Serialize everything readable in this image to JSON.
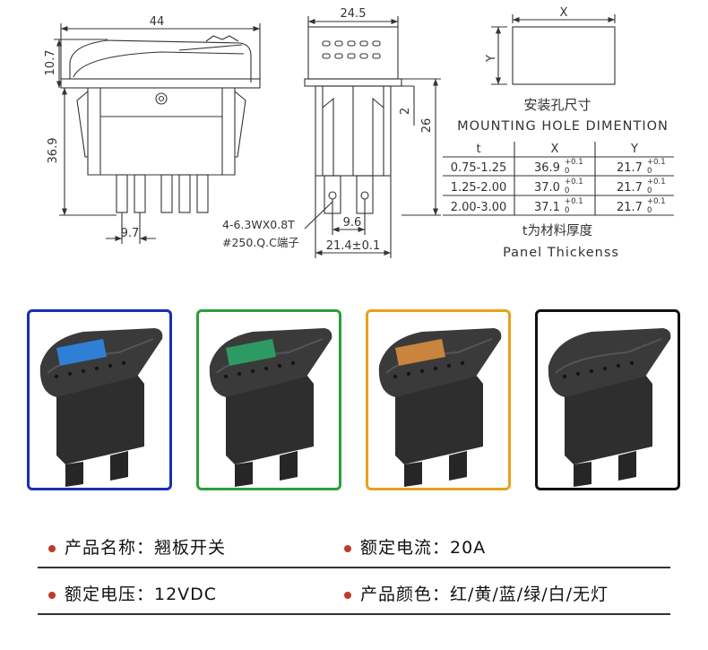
{
  "dimensions": {
    "left_width": "44",
    "left_top_height": "10.7",
    "left_height": "36.9",
    "left_terminal_pitch": "9.7",
    "terminal_spec_1": "4-6.3WX0.8T",
    "terminal_spec_2": "#250.Q.C端子",
    "right_width": "24.5",
    "right_height": "26",
    "right_small": "2",
    "right_pitch": "9.6",
    "right_bottom": "21.4±0.1",
    "hole_x": "X",
    "hole_y": "Y"
  },
  "mounting_table": {
    "title_cn": "安装孔尺寸",
    "title_en": "MOUNTING HOLE DIMENTION",
    "headers": [
      "t",
      "X",
      "Y"
    ],
    "rows": [
      {
        "t": "0.75-1.25",
        "x": "36.9",
        "x_tol": "+0.1",
        "x_zero": "0",
        "y": "21.7",
        "y_tol": "+0.1",
        "y_zero": "0"
      },
      {
        "t": "1.25-2.00",
        "x": "37.0",
        "x_tol": "+0.1",
        "x_zero": "0",
        "y": "21.7",
        "y_tol": "+0.1",
        "y_zero": "0"
      },
      {
        "t": "2.00-3.00",
        "x": "37.1",
        "x_tol": "+0.1",
        "x_zero": "0",
        "y": "21.7",
        "y_tol": "+0.1",
        "y_zero": "0"
      }
    ],
    "footer_cn": "t为材料厚度",
    "footer_en": "Panel Thickenss"
  },
  "photos": [
    {
      "border": "#1a2fb0",
      "lens": "#2f7fd6"
    },
    {
      "border": "#2aa03a",
      "lens": "#2e9a63"
    },
    {
      "border": "#e6a21d",
      "lens": "#c9843d"
    },
    {
      "border": "#111111",
      "lens": ""
    }
  ],
  "specs": {
    "name": "产品名称：翘板开关",
    "current": "额定电流：20A",
    "voltage": "额定电压：12VDC",
    "colors": "产品颜色：红/黄/蓝/绿/白/无灯"
  },
  "accent": "#c0392b"
}
